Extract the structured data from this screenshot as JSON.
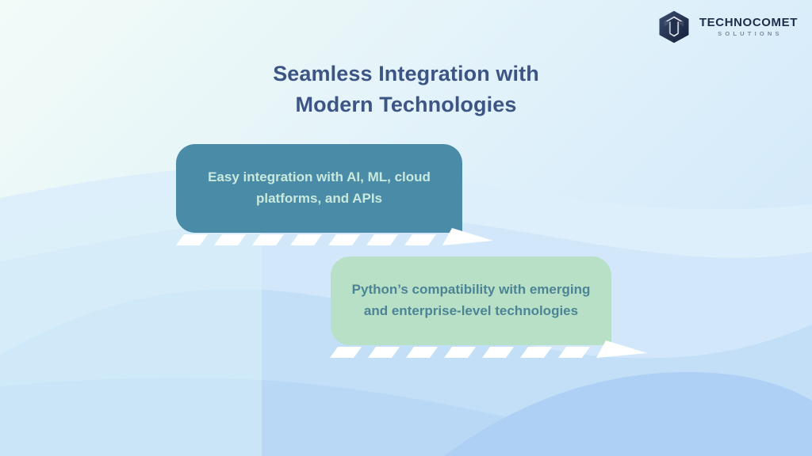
{
  "brand": {
    "name": "TECHNOCOMET",
    "tagline": "SOLUTIONS",
    "logo_icon": "hexagon-up-arrow-icon",
    "name_color": "#1d2d4a",
    "tagline_color": "#7f8c9e"
  },
  "heading": {
    "line1": "Seamless Integration with",
    "line2": "Modern Technologies",
    "color": "#3c5584"
  },
  "cards": [
    {
      "id": "card-1",
      "text": "Easy integration with AI, ML, cloud platforms, and APIs",
      "background": "#4a8ca8",
      "text_color": "#c9e9dc"
    },
    {
      "id": "card-2",
      "text": "Python’s compatibility with emerging and enterprise-level technologies",
      "background": "#b7e0c7",
      "text_color": "#4d8495"
    }
  ],
  "arrows": [
    {
      "id": "arrow-1",
      "direction": "right",
      "style": "dashed",
      "color": "#ffffff"
    },
    {
      "id": "arrow-2",
      "direction": "right",
      "style": "dashed",
      "color": "#ffffff"
    }
  ],
  "background": {
    "gradient_from": "#f2fbf8",
    "gradient_to": "#cfe6fb",
    "wave_colors": [
      "#dff0fb",
      "#cfe6fa",
      "#bedcf7",
      "#aed0f4"
    ]
  }
}
